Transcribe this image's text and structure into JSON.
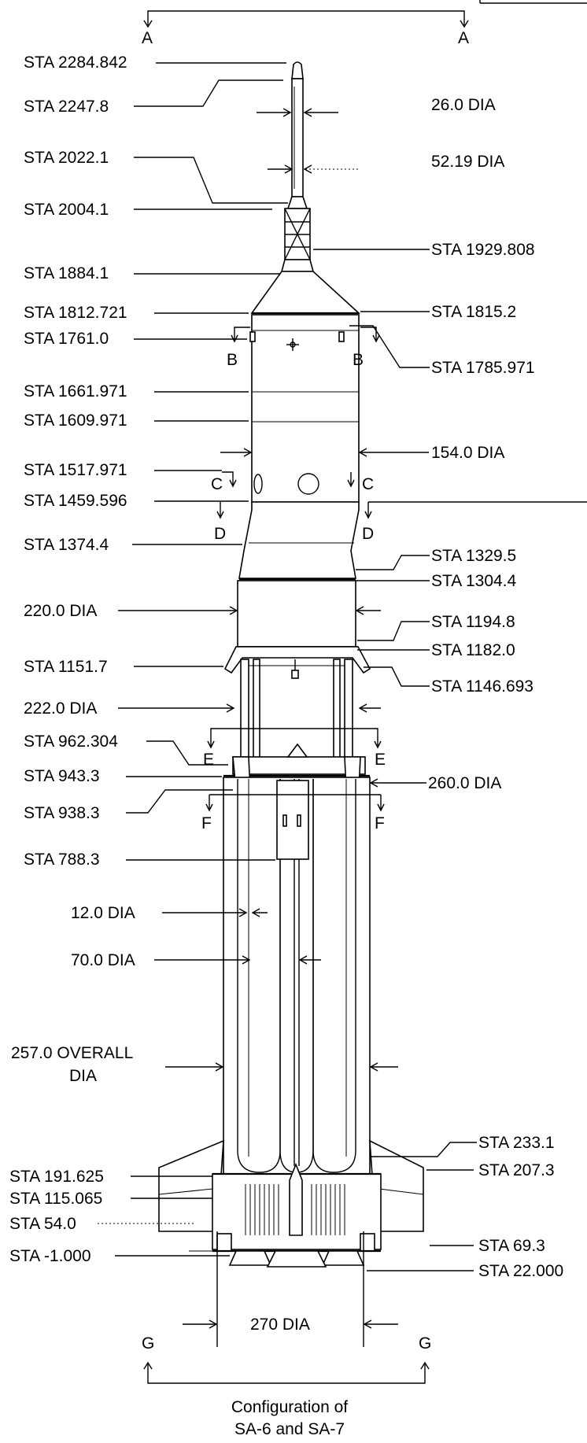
{
  "left_labels": [
    {
      "id": "sta-2284-842",
      "text": "STA 2284.842"
    },
    {
      "id": "sta-2247-8",
      "text": "STA 2247.8"
    },
    {
      "id": "sta-2022-1",
      "text": "STA 2022.1"
    },
    {
      "id": "sta-2004-1",
      "text": "STA 2004.1"
    },
    {
      "id": "sta-1884-1",
      "text": "STA 1884.1"
    },
    {
      "id": "sta-1812-721",
      "text": "STA 1812.721"
    },
    {
      "id": "sta-1761-0",
      "text": "STA 1761.0"
    },
    {
      "id": "sta-1661-971",
      "text": "STA 1661.971"
    },
    {
      "id": "sta-1609-971",
      "text": "STA 1609.971"
    },
    {
      "id": "sta-1517-971",
      "text": "STA 1517.971"
    },
    {
      "id": "sta-1459-596",
      "text": "STA 1459.596"
    },
    {
      "id": "sta-1374-4",
      "text": "STA 1374.4"
    },
    {
      "id": "dia-220",
      "text": "220.0 DIA"
    },
    {
      "id": "sta-1151-7",
      "text": "STA 1151.7"
    },
    {
      "id": "dia-222",
      "text": "222.0 DIA"
    },
    {
      "id": "sta-962-304",
      "text": "STA 962.304"
    },
    {
      "id": "sta-943-3",
      "text": "STA 943.3"
    },
    {
      "id": "sta-938-3",
      "text": "STA 938.3"
    },
    {
      "id": "sta-788-3",
      "text": "STA 788.3"
    },
    {
      "id": "dia-12",
      "text": "12.0 DIA"
    },
    {
      "id": "dia-70",
      "text": "70.0 DIA"
    },
    {
      "id": "overall-1",
      "text": "257.0 OVERALL"
    },
    {
      "id": "overall-2",
      "text": "DIA"
    },
    {
      "id": "sta-191-625",
      "text": "STA 191.625"
    },
    {
      "id": "sta-115-065",
      "text": "STA 115.065"
    },
    {
      "id": "sta-54-0",
      "text": "STA 54.0"
    },
    {
      "id": "sta-neg-1-000",
      "text": "STA -1.000"
    }
  ],
  "right_labels": [
    {
      "id": "dia-26",
      "text": "26.0 DIA"
    },
    {
      "id": "dia-52-19",
      "text": "52.19 DIA"
    },
    {
      "id": "sta-1929-808",
      "text": "STA 1929.808"
    },
    {
      "id": "sta-1815-2",
      "text": "STA 1815.2"
    },
    {
      "id": "sta-1785-971",
      "text": "STA 1785.971"
    },
    {
      "id": "dia-154",
      "text": "154.0 DIA"
    },
    {
      "id": "sta-1329-5",
      "text": "STA 1329.5"
    },
    {
      "id": "sta-1304-4",
      "text": "STA 1304.4"
    },
    {
      "id": "sta-1194-8",
      "text": "STA 1194.8"
    },
    {
      "id": "sta-1182-0",
      "text": "STA 1182.0"
    },
    {
      "id": "sta-1146-693",
      "text": "STA 1146.693"
    },
    {
      "id": "dia-260",
      "text": "260.0 DIA"
    },
    {
      "id": "sta-233-1",
      "text": "STA 233.1"
    },
    {
      "id": "sta-207-3",
      "text": "STA 207.3"
    },
    {
      "id": "sta-69-3",
      "text": "STA 69.3"
    },
    {
      "id": "sta-22-000",
      "text": "STA 22.000"
    }
  ],
  "bottom_dimension": "270 DIA",
  "sections": {
    "a": "A",
    "b": "B",
    "c": "C",
    "d": "D",
    "e": "E",
    "f": "F",
    "g": "G"
  },
  "caption": [
    "Configuration of",
    "SA-6 and SA-7"
  ]
}
